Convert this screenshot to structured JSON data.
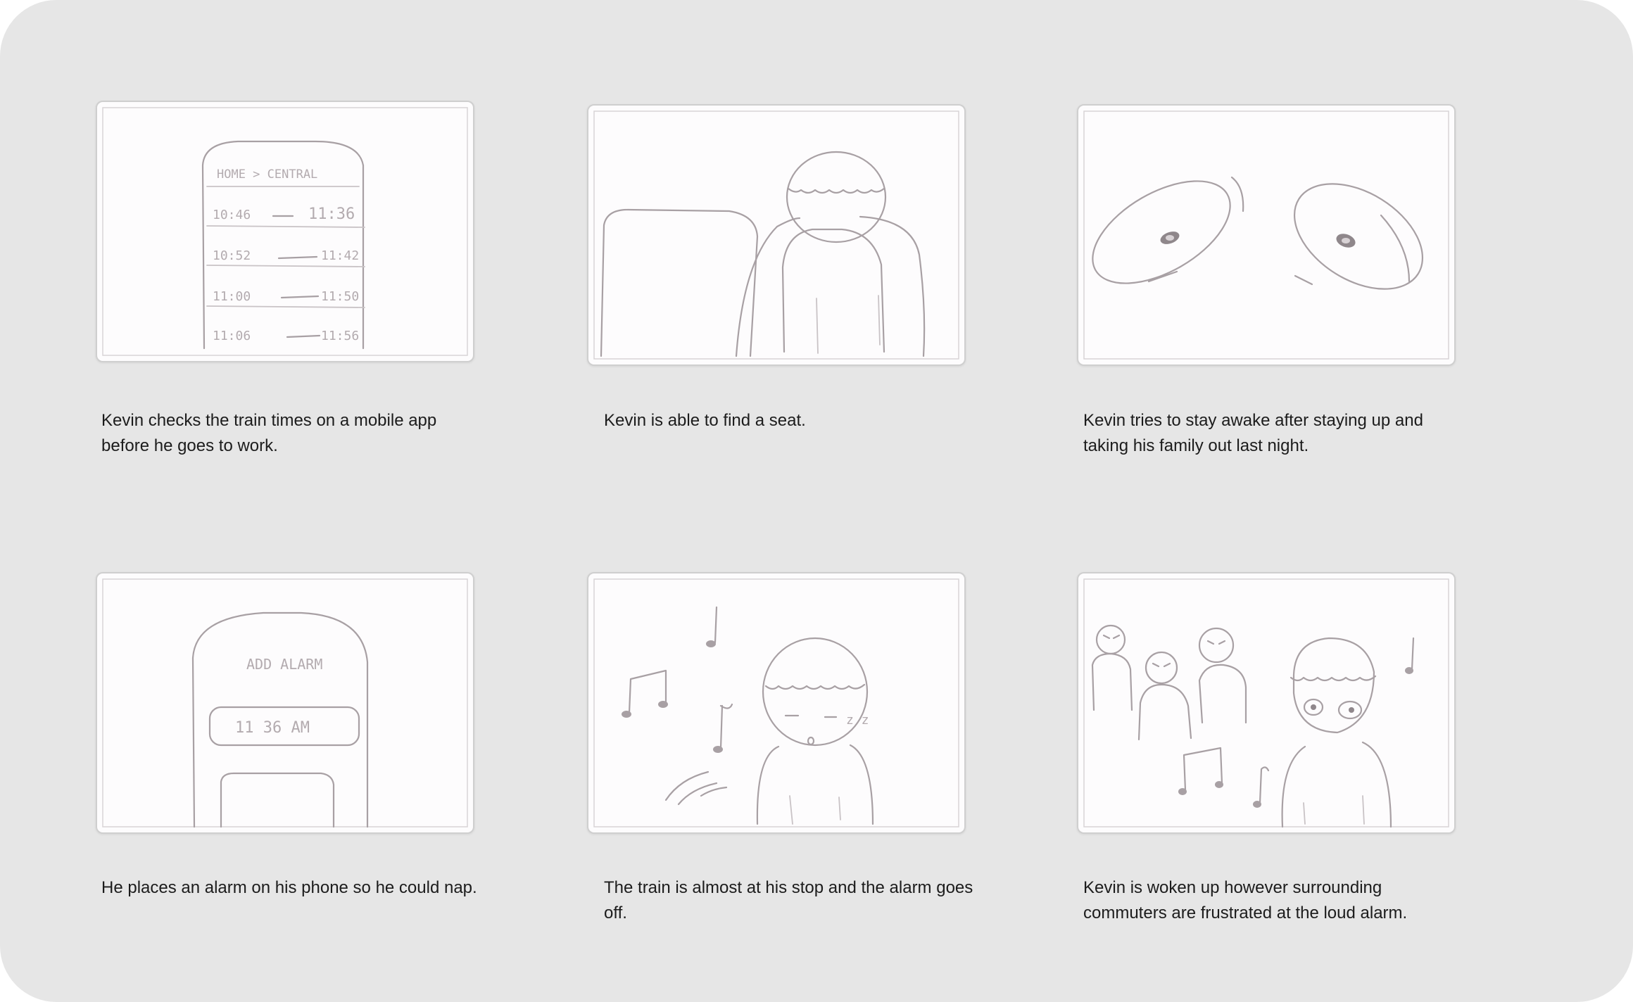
{
  "board": {
    "background": "#e6e6e6",
    "panel_background": "#fdfcfd",
    "sketch_color": "#a8a0a4"
  },
  "frames": [
    {
      "caption": "Kevin checks the train times on a mobile app before he goes to work.",
      "sketch_text": {
        "header": "HOME > CENTRAL",
        "rows": [
          {
            "depart": "10:46",
            "arrive": "11:36"
          },
          {
            "depart": "10:52",
            "arrive": "11:42"
          },
          {
            "depart": "11:00",
            "arrive": "11:50"
          },
          {
            "depart": "11:06",
            "arrive": "11:56"
          }
        ]
      }
    },
    {
      "caption": "Kevin is able to find a seat."
    },
    {
      "caption": "Kevin tries to stay awake after staying up and taking his family out last night."
    },
    {
      "caption": "He places an alarm on his phone so he could nap.",
      "sketch_text": {
        "header": "ADD ALARM",
        "time": "11 36 AM"
      }
    },
    {
      "caption": "The train is almost at his stop and the alarm goes off.",
      "sketch_text": {
        "snore": "z z"
      }
    },
    {
      "caption": "Kevin is woken up however surrounding commuters are frustrated at the loud alarm."
    }
  ]
}
